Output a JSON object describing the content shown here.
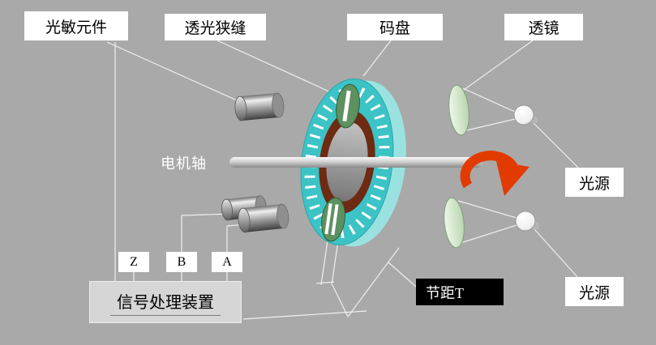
{
  "labels": {
    "photosensor": "光敏元件",
    "light_slit": "透光狭缝",
    "code_disc": "码盘",
    "lens": "透镜",
    "motor_shaft": "电机轴",
    "light_source_top": "光源",
    "light_source_bottom": "光源",
    "pitch": "节距T",
    "channel_z": "Z",
    "channel_b": "B",
    "channel_a": "A",
    "signal_processor": "信号处理装置"
  },
  "colors": {
    "background": "#a9a9a9",
    "disc_front": "#3cc3c6",
    "disc_back": "#9ae2e0",
    "disc_inner_ring": "#6f2a12",
    "slit_patch": "#5d9160",
    "rotation_arrow": "#e23b00",
    "lens_fill": "#d9ecd2",
    "label_background": "#ffffff",
    "pitch_label_background": "#000000",
    "pitch_label_text": "#ffffff",
    "leader_line": "#efefef"
  }
}
